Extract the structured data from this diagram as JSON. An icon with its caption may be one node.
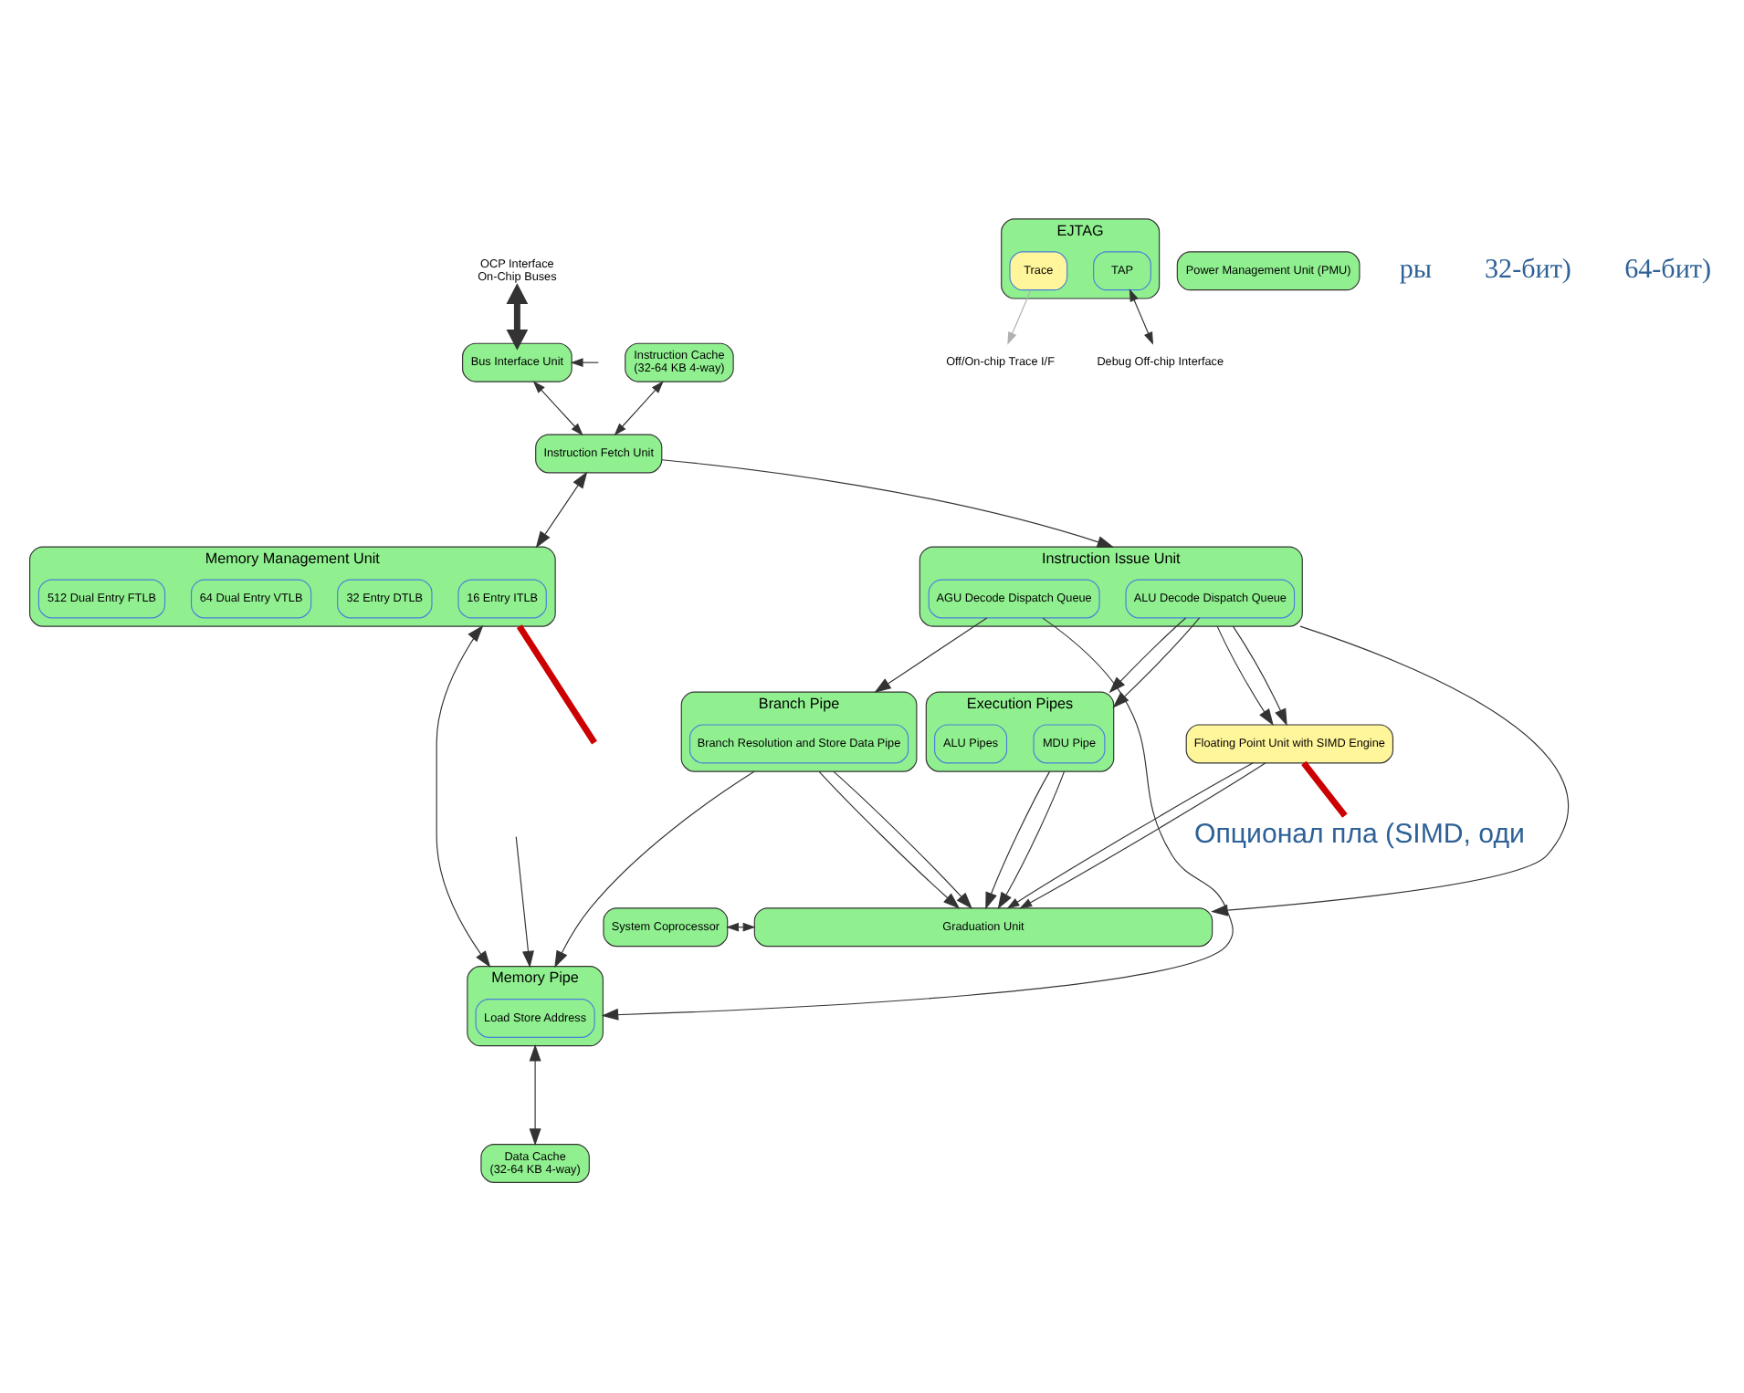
{
  "diagram": {
    "nodes": [
      {
        "text": [
          "OCP Interface",
          "On-Chip Buses"
        ]
      },
      {
        "text": [
          "Bus Interface Unit"
        ]
      },
      {
        "text": [
          "Instruction Cache",
          "(32-64 KB 4-way)"
        ]
      },
      {
        "text": [
          "Instruction Fetch Unit"
        ]
      },
      {
        "text": [
          "Memory Management Unit"
        ]
      },
      {
        "text": [
          "16 Entry ITLB"
        ],
        "in": 4
      },
      {
        "text": [
          "32 Entry DTLB"
        ],
        "in": 4
      },
      {
        "text": [
          "64 Dual Entry VTLB"
        ],
        "in": 4
      },
      {
        "text": [
          "512 Dual Entry FTLB"
        ],
        "in": 4
      },
      {
        "text": [
          "Instruction Issue Unit"
        ]
      },
      {
        "text": [
          "ALU Decode Dispatch Queue"
        ],
        "in": 9
      },
      {
        "text": [
          "AGU Decode Dispatch Queue"
        ],
        "in": 9
      },
      {
        "text": [
          "Execution Pipes"
        ]
      },
      {
        "text": [
          "MDU Pipe"
        ],
        "in": 12
      },
      {
        "text": [
          "ALU Pipes"
        ],
        "in": 12
      },
      {
        "text": [
          "Floating Point Unit with SIMD Engine"
        ]
      },
      {
        "text": [
          "Branch Pipe"
        ]
      },
      {
        "text": [
          "Branch Resolution and Store Data Pipe"
        ],
        "in": 16
      },
      {
        "text": [
          "Memory Pipe"
        ]
      },
      {
        "text": [
          "Load Store Address"
        ],
        "in": 18
      },
      {
        "text": [
          "System Coprocessor"
        ]
      },
      {
        "text": [
          "Graduation Unit"
        ]
      },
      {
        "text": [
          "Data Cache",
          "(32-64 KB 4-way)"
        ]
      },
      {
        "text": [
          "EJTAG"
        ]
      },
      {
        "text": [
          "Trace"
        ],
        "in": 23
      },
      {
        "text": [
          "TAP"
        ],
        "in": 23
      },
      {
        "text": [
          "Power Management Unit (PMU)"
        ]
      },
      {
        "text": [
          "Off/On-chip Trace I/F"
        ]
      },
      {
        "text": [
          "Debug Off-chip Interface"
        ]
      },
      {
        "text": [
          "Опционал пла (SIMD, оди"
        ]
      }
    ],
    "edges": [
      {
        "from": 0,
        "to": 1,
        "arrow": "both",
        "style": "thick"
      },
      {
        "from": null,
        "to": 1,
        "arrow": "to"
      },
      {
        "from": 2,
        "to": 3,
        "arrow": "both"
      },
      {
        "from": 1,
        "to": 3,
        "arrow": "both"
      },
      {
        "from": 3,
        "to": 4,
        "arrow": "both"
      },
      {
        "from": 3,
        "to": 9,
        "arrow": "to"
      },
      {
        "from": 10,
        "to": 12,
        "arrow": "to"
      },
      {
        "from": 10,
        "to": 12,
        "arrow": "to"
      },
      {
        "from": 9,
        "to": 15,
        "arrow": "to"
      },
      {
        "from": 9,
        "to": 15,
        "arrow": "to"
      },
      {
        "from": 9,
        "to": 21,
        "arrow": "to"
      },
      {
        "from": 11,
        "to": 16,
        "arrow": "to"
      },
      {
        "from": 11,
        "to": 18,
        "arrow": "to"
      },
      {
        "from": 4,
        "to": 18,
        "arrow": "both"
      },
      {
        "from": 16,
        "to": 18,
        "arrow": "to"
      },
      {
        "from": null,
        "to": 18,
        "arrow": "to"
      },
      {
        "from": 18,
        "to": 22,
        "arrow": "both"
      },
      {
        "from": 12,
        "to": 21,
        "arrow": "to"
      },
      {
        "from": 12,
        "to": 21,
        "arrow": "to"
      },
      {
        "from": 15,
        "to": 21,
        "arrow": "to"
      },
      {
        "from": 15,
        "to": 21,
        "arrow": "to"
      },
      {
        "from": 16,
        "to": 21,
        "arrow": "to"
      },
      {
        "from": 16,
        "to": 21,
        "arrow": "to"
      },
      {
        "from": 20,
        "to": 21,
        "arrow": "both"
      },
      {
        "from": 24,
        "to": 27,
        "arrow": "to",
        "color": "#b0b0b0"
      },
      {
        "from": 25,
        "to": 28,
        "arrow": "both"
      },
      {
        "from": 15,
        "to": 29,
        "arrow": "none",
        "style": "thick",
        "color": "#cc0000"
      },
      {
        "from": 4,
        "to": null,
        "arrow": "none",
        "style": "thick",
        "color": "#cc0000"
      }
    ],
    "labels": [
      "ры",
      "32-бит)",
      "64-бит)"
    ]
  }
}
